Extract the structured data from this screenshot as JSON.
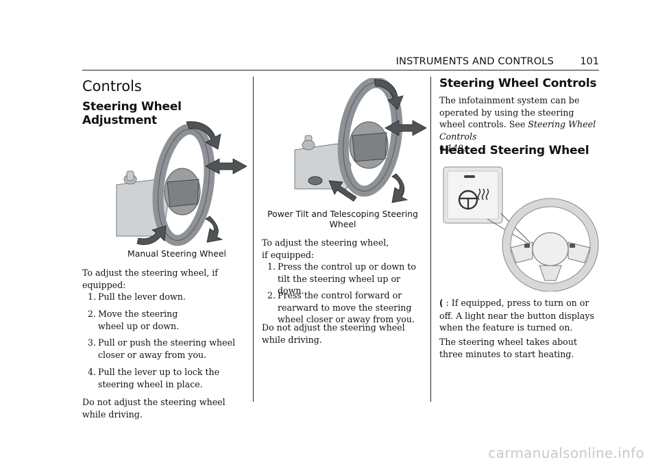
{
  "header": {
    "section": "INSTRUMENTS AND CONTROLS",
    "page_number": "101"
  },
  "col1": {
    "title": "Controls",
    "heading": "Steering Wheel Adjustment",
    "figure_caption": "Manual Steering Wheel",
    "intro": "To adjust the steering wheel, if equipped:",
    "steps": [
      {
        "num": "1.",
        "text": "Pull the lever down."
      },
      {
        "num": "2.",
        "text": "Move the steering wheel up or down."
      },
      {
        "num": "3.",
        "text": "Pull or push the steering wheel closer or away from you."
      },
      {
        "num": "4.",
        "text": "Pull the lever up to lock the steering wheel in place."
      }
    ],
    "warning": "Do not adjust the steering wheel while driving."
  },
  "col2": {
    "figure_caption": "Power Tilt and Telescoping Steering Wheel",
    "intro": "To adjust the steering wheel, if equipped:",
    "steps": [
      {
        "num": "1.",
        "text": "Press the control up or down to tilt the steering wheel up or down."
      },
      {
        "num": "2.",
        "text": "Press the control forward or rearward to move the steering wheel closer or away from you."
      }
    ],
    "warning": "Do not adjust the steering wheel while driving."
  },
  "col3": {
    "heading_controls": "Steering Wheel Controls",
    "controls_text": "The infotainment system can be operated by using the steering wheel controls. See",
    "controls_ref": "Steering Wheel Controls",
    "controls_page_symbol": "0",
    "controls_page": "148",
    "controls_period": ".",
    "heading_heated": "Heated Steering Wheel",
    "heated_symbol": "(",
    "heated_text": "If equipped, press to turn on or off. A light near the button displays when the feature is turned on.",
    "heated_time": "The steering wheel takes about three minutes to start heating."
  },
  "watermark": "carmanualsonline.info",
  "colors": {
    "rule": "#222222",
    "wheel": "#8e9296",
    "wheel_dark": "#5e6366",
    "arrow": "#555a5d",
    "light_gray": "#e6e6e6"
  }
}
